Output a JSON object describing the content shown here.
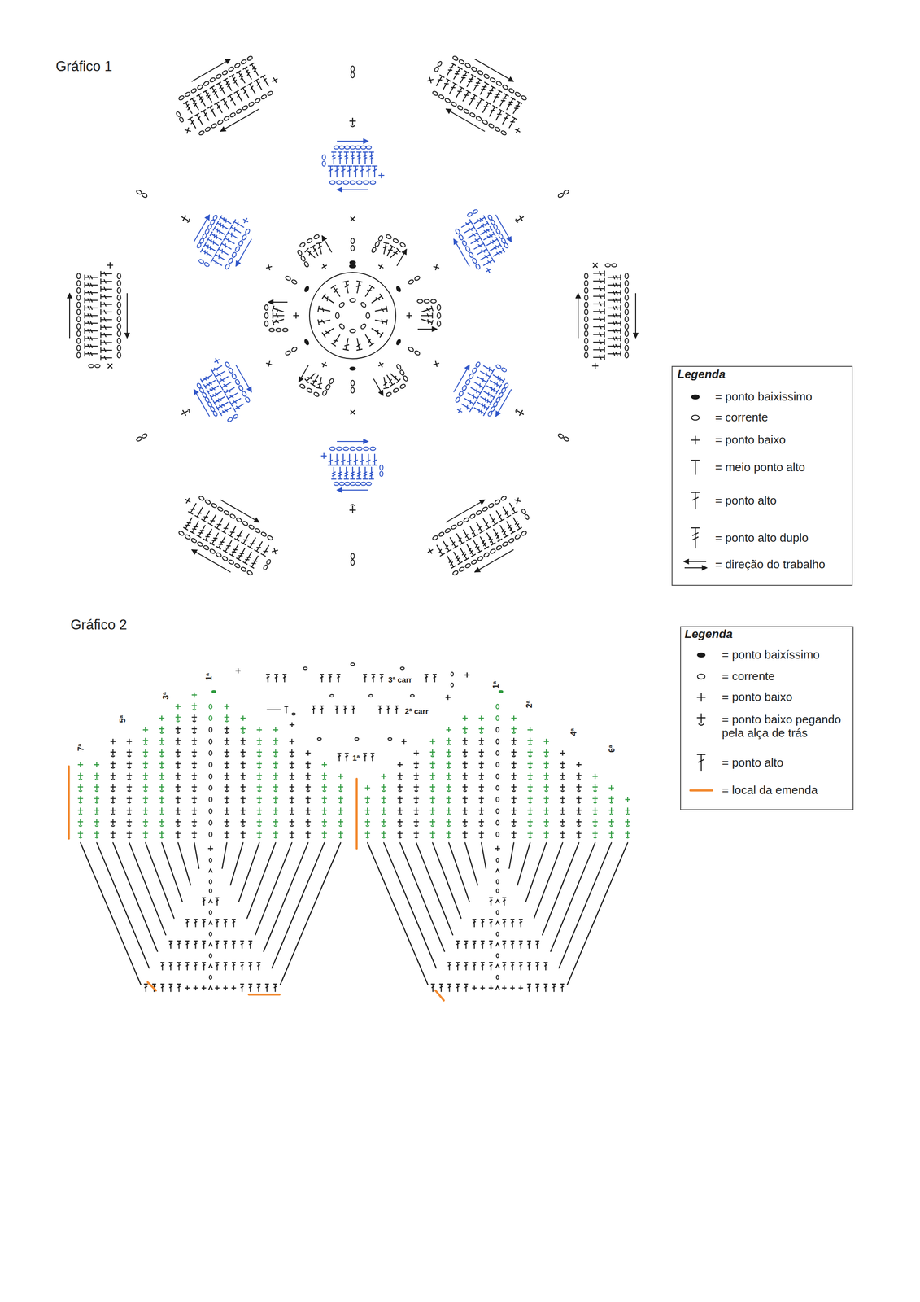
{
  "diagram": {
    "labels": [
      "Gráfico 1",
      "Legenda",
      "Gráfico 2",
      "Legenda",
      "7ª",
      "5ª",
      "3ª",
      "1ª",
      "1ª",
      "2ª",
      "4ª",
      "6ª",
      "3ª carr",
      "2ª carr",
      "1ª"
    ],
    "legend": [
      {
        "text": "= ponto baixissimo"
      },
      {
        "text": "= corrente"
      },
      {
        "text": "= ponto baixo"
      },
      {
        "text": "= meio ponto alto"
      },
      {
        "text": "= ponto alto"
      },
      {
        "text": "= ponto alto duplo"
      },
      {
        "text": "= direção do trabalho"
      },
      {
        "text": "= ponto baixíssimo"
      },
      {
        "text": "= corrente"
      },
      {
        "text": "= ponto baixo"
      },
      {
        "text": "= ponto baixo pegando pela alça de trás"
      },
      {
        "text": "= ponto alto"
      },
      {
        "text": "= local da emenda"
      }
    ]
  }
}
